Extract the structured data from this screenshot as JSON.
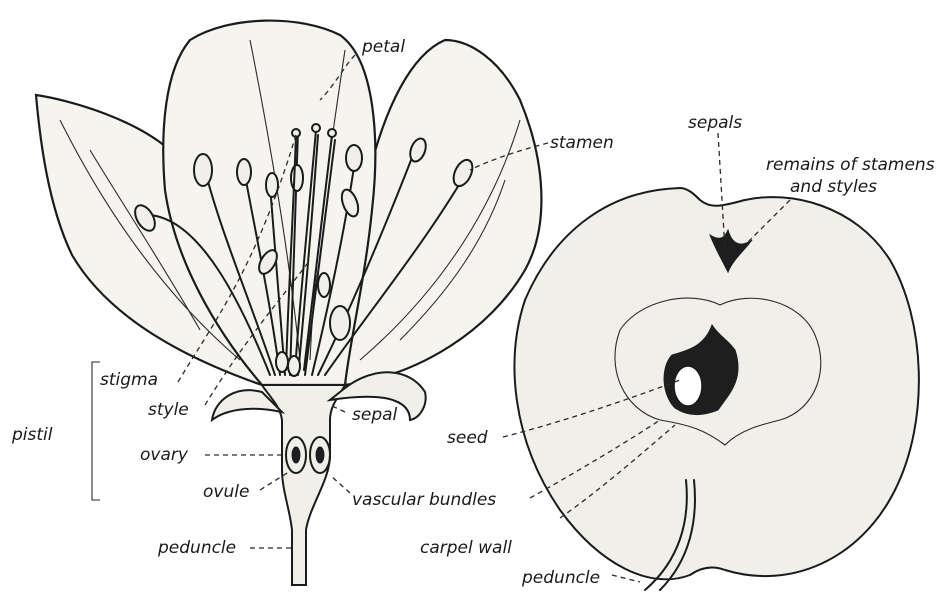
{
  "flower_labels": {
    "petal": "petal",
    "stamen": "stamen",
    "stigma": "stigma",
    "style": "style",
    "pistil": "pistil",
    "sepal": "sepal",
    "ovary": "ovary",
    "ovule": "ovule",
    "vascular_bundles": "vascular bundles",
    "peduncle": "peduncle"
  },
  "fruit_labels": {
    "sepals": "sepals",
    "remains_line1": "remains of stamens",
    "remains_line2": "and styles",
    "seed": "seed",
    "carpel_wall": "carpel wall",
    "peduncle": "peduncle"
  },
  "colors": {
    "ink": "#1b1b1b",
    "paper": "#ffffff",
    "petal_fill": "#f6f4ef"
  }
}
